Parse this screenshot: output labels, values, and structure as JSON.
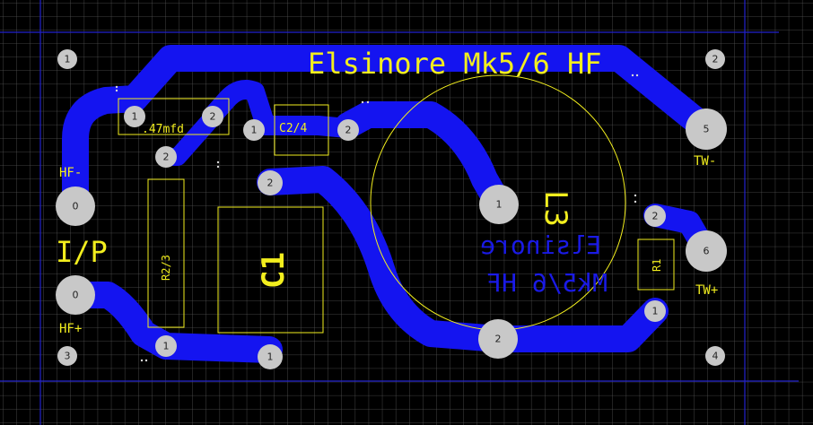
{
  "board": {
    "title": "Elsinore Mk5/6 HF",
    "mirrored_title_line1": "Elsinore",
    "mirrored_title_line2": "Mk5/6 HF"
  },
  "labels": {
    "input": "I/P",
    "hf_minus": "HF-",
    "hf_plus": "HF+",
    "tw_minus": "TW-",
    "tw_plus": "TW+"
  },
  "components": {
    "cap_047": ".47mfd",
    "c2_4": "C2/4",
    "r2_3": "R2/3",
    "c1": "C1",
    "l3": "L3",
    "r1": "R1"
  },
  "pads": {
    "mount_tl": "1",
    "mount_tr": "2",
    "mount_bl": "3",
    "mount_br": "4",
    "cap047_p1": "1",
    "cap047_p2": "2",
    "c24_p1": "1",
    "c24_p2": "2",
    "r23_p2": "2",
    "r23_p1": "1",
    "c1_p2": "2",
    "c1_p1": "1",
    "l3_p1": "1",
    "l3_p2": "2",
    "r1_p2": "2",
    "r1_p1": "1",
    "hf_minus_pad": "0",
    "hf_plus_pad": "0",
    "tw_minus_pad": "5",
    "tw_plus_pad": "6"
  },
  "colors": {
    "copper": "#1414f0",
    "silkscreen": "#f2ee1e",
    "pad": "#c8c8c8",
    "grid": "#5a5a5a",
    "background": "#000000"
  }
}
